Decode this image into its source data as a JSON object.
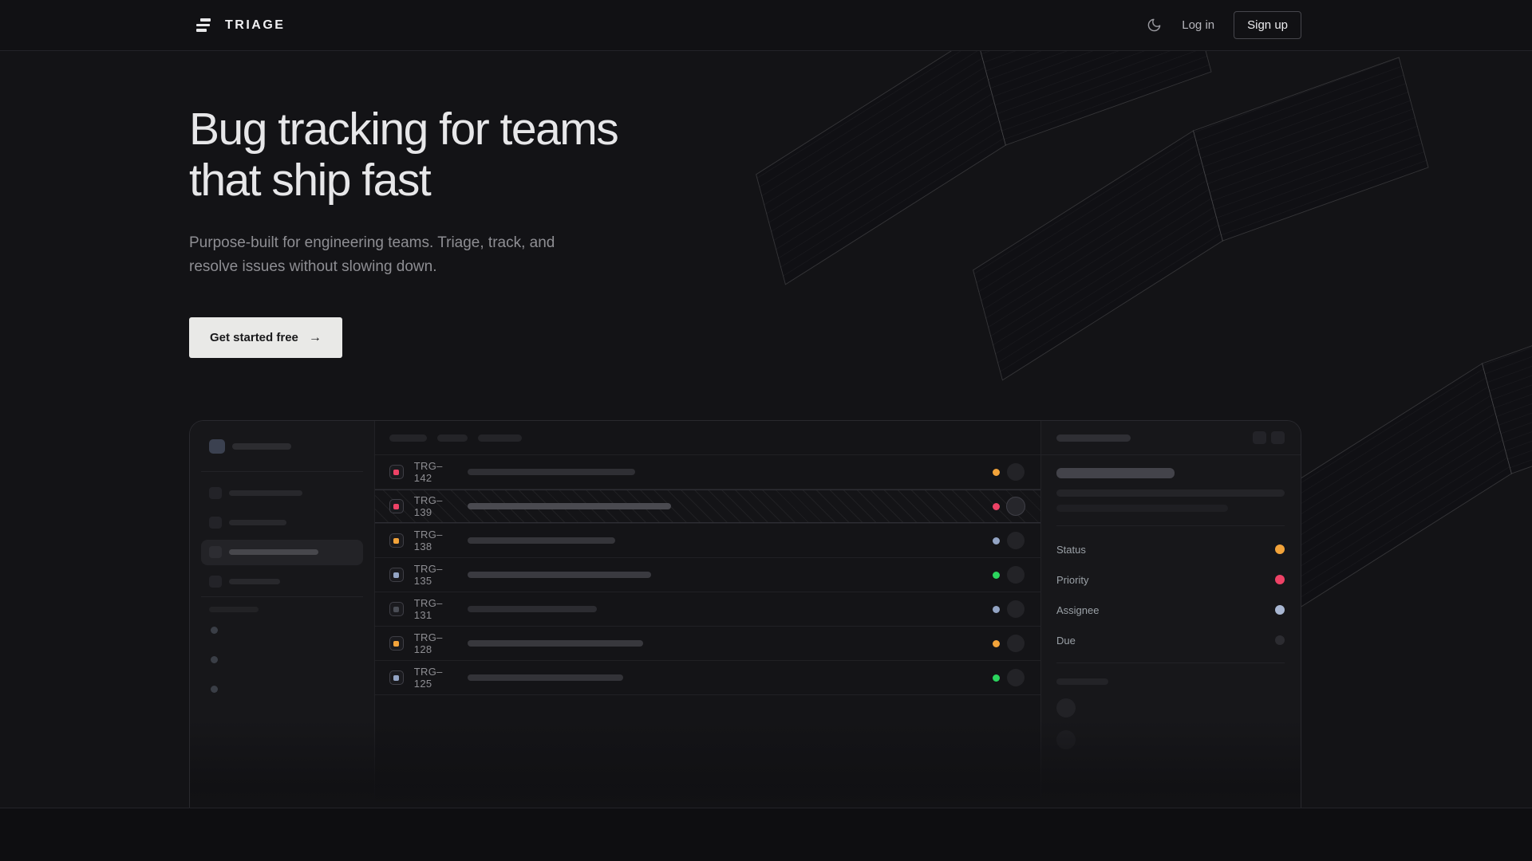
{
  "nav": {
    "brand": "TRIAGE",
    "login_label": "Log in",
    "signup_label": "Sign up"
  },
  "hero": {
    "title_line1": "Bug tracking for teams",
    "title_line2": "that ship fast",
    "subtitle": "Purpose-built for engineering teams. Triage, track, and resolve issues without slowing down.",
    "cta_label": "Get started free",
    "cta_arrow": "→"
  },
  "colors": {
    "amber": "#f2a33a",
    "pink": "#ee4266",
    "green": "#2bd55e",
    "blue": "#93a4c4",
    "blue_light": "#a9b7d2",
    "muted": "#2c2c31",
    "gray": "#4a4d55"
  },
  "mockup": {
    "sidebar": {
      "items": [
        {
          "pill_width": 92,
          "active": false
        },
        {
          "pill_width": 72,
          "active": false
        },
        {
          "pill_width": 112,
          "active": true
        },
        {
          "pill_width": 64,
          "active": false
        }
      ],
      "dot_count": 3
    },
    "list_header": {
      "pill_widths": [
        47,
        38,
        55
      ]
    },
    "issues": [
      {
        "id": "TRG–142",
        "checkbox_color": "#ee4266",
        "status_color": "#f2a33a",
        "title_width": 210,
        "title_color": "#2f2f34",
        "selected": false
      },
      {
        "id": "TRG–139",
        "checkbox_color": "#ee4266",
        "status_color": "#ee4266",
        "title_width": 255,
        "title_color": "#4a4a50",
        "selected": true
      },
      {
        "id": "TRG–138",
        "checkbox_color": "#f2a33a",
        "status_color": "#93a4c4",
        "title_width": 185,
        "title_color": "#35353a",
        "selected": false
      },
      {
        "id": "TRG–135",
        "checkbox_color": "#93a4c4",
        "status_color": "#2bd55e",
        "title_width": 230,
        "title_color": "#3a3a40",
        "selected": false
      },
      {
        "id": "TRG–131",
        "checkbox_color": "#4a4d55",
        "status_color": "#93a4c4",
        "title_width": 162,
        "title_color": "#2c2c31",
        "selected": false
      },
      {
        "id": "TRG–128",
        "checkbox_color": "#f2a33a",
        "status_color": "#f2a33a",
        "title_width": 220,
        "title_color": "#38383d",
        "selected": false
      },
      {
        "id": "TRG–125",
        "checkbox_color": "#93a4c4",
        "status_color": "#2bd55e",
        "title_width": 195,
        "title_color": "#333338",
        "selected": false
      }
    ],
    "detail": {
      "fields": [
        {
          "label": "Status",
          "color": "#f2a33a"
        },
        {
          "label": "Priority",
          "color": "#ee4266"
        },
        {
          "label": "Assignee",
          "color": "#a9b7d2"
        },
        {
          "label": "Due",
          "color": "#2c2c31"
        }
      ]
    }
  }
}
